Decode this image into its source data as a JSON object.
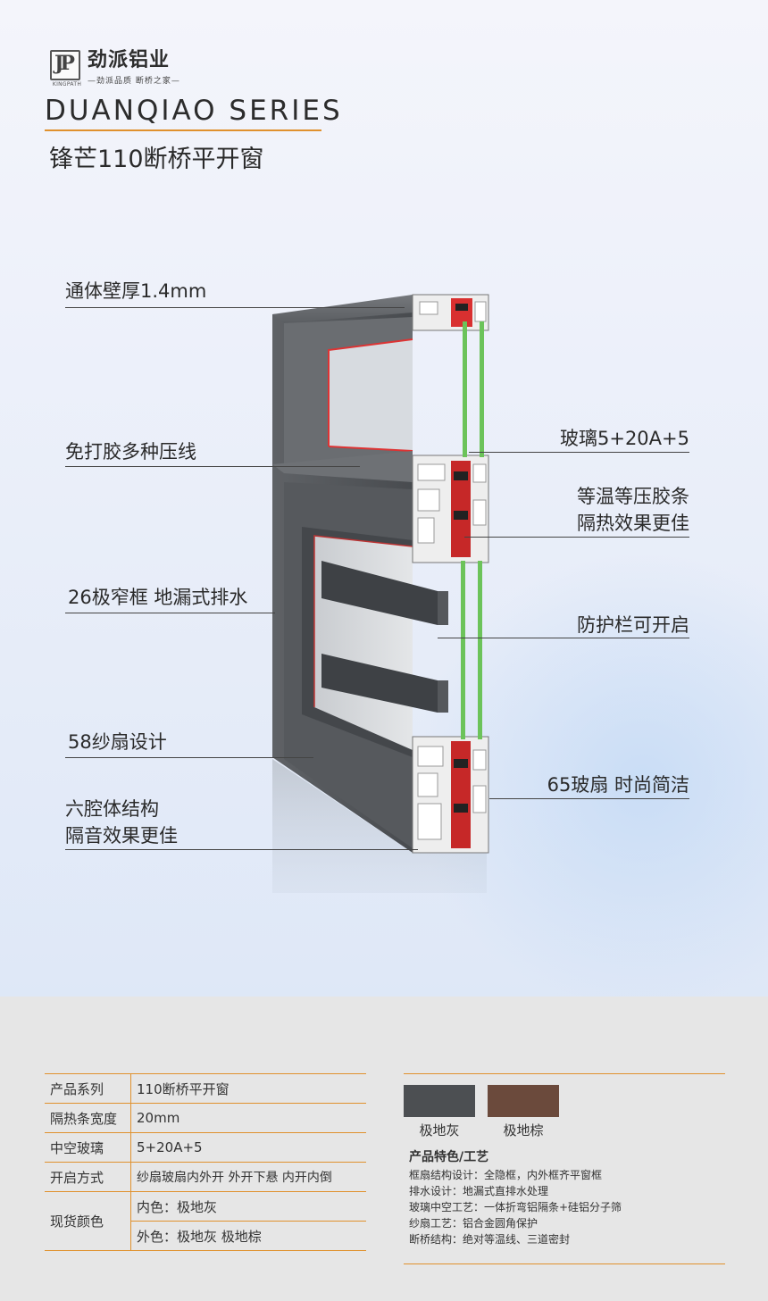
{
  "brand": {
    "logo_letters": "JP",
    "logo_small": "KINGPATH",
    "name": "劲派铝业",
    "slogan": "—劲派品质 断桥之家—"
  },
  "series": "DUANQIAO SERIES",
  "product_title": "锋芒110断桥平开窗",
  "annotations": {
    "wall_thickness": "通体壁厚1.4mm",
    "glue_free": "免打胶多种压线",
    "narrow_frame_1": "26极窄框 地漏式排水",
    "screen_sash": "58纱扇设计",
    "six_cavity_1": "六腔体结构",
    "six_cavity_2": "隔音效果更佳",
    "glass": "玻璃5+20A+5",
    "gasket_1": "等温等压胶条",
    "gasket_2": "隔热效果更佳",
    "guard": "防护栏可开启",
    "glass_sash": "65玻扇 时尚简洁"
  },
  "spec_table": {
    "rows": [
      {
        "key": "产品系列",
        "value": "110断桥平开窗"
      },
      {
        "key": "隔热条宽度",
        "value": "20mm"
      },
      {
        "key": "中空玻璃",
        "value": "5+20A+5"
      },
      {
        "key": "开启方式",
        "value": "纱扇玻扇内外开  外开下悬  内开内倒"
      }
    ],
    "color_key": "现货颜色",
    "color_inner": "内色：极地灰",
    "color_outer": "外色：极地灰 极地棕"
  },
  "swatches": [
    {
      "label": "极地灰",
      "color": "#4c4f52"
    },
    {
      "label": "极地棕",
      "color": "#6b4a3c"
    }
  ],
  "features": {
    "title": "产品特色/工艺",
    "items": [
      "框扇结构设计：全隐框，内外框齐平窗框",
      "排水设计：地漏式直排水处理",
      "玻璃中空工艺：一体折弯铝隔条+硅铝分子筛",
      "纱扇工艺：铝合金圆角保护",
      "断桥结构：绝对等温线、三道密封"
    ]
  },
  "colors": {
    "accent": "#e0912d",
    "profile": "#55585c",
    "glass_edge": "#6cc35a",
    "gasket": "#d42a2a"
  }
}
